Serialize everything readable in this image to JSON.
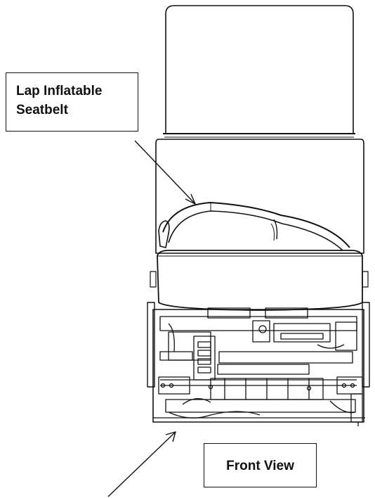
{
  "labels": {
    "lap_inflatable_seatbelt": [
      "Lap Inflatable",
      "Seatbelt"
    ],
    "front_view": "Front View"
  },
  "colors": {
    "line": "#111111",
    "background": "#ffffff"
  }
}
